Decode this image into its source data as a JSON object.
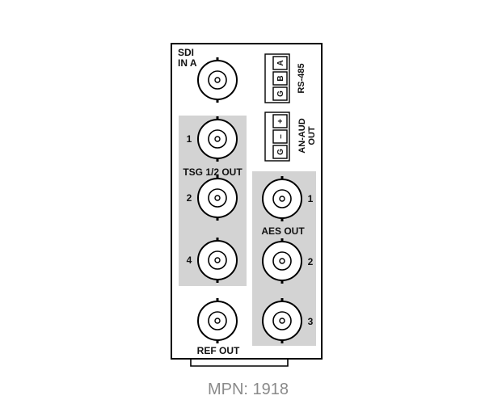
{
  "panel": {
    "sdi_label_line1": "SDI",
    "sdi_label_line2": "IN A",
    "tsg_label": "TSG 1/2 OUT",
    "tsg_ports": [
      "1",
      "2",
      "4"
    ],
    "aes_label": "AES OUT",
    "aes_ports": [
      "1",
      "2",
      "3"
    ],
    "ref_label": "REF OUT",
    "rs485": {
      "label": "RS-485",
      "terminals": [
        "A",
        "B",
        "G"
      ]
    },
    "an_aud": {
      "label_line1": "AN-AUD",
      "label_line2": "OUT",
      "terminals": [
        "+",
        "–",
        "G"
      ]
    }
  },
  "footer": {
    "mpn": "MPN: 1918"
  },
  "icons": {
    "connector": "bnc-connector-icon",
    "terminal_block": "terminal-block-icon"
  },
  "colors": {
    "group_shading": "#d3d3d3",
    "outline": "#000000",
    "mpn_text": "#8a8a8a"
  }
}
